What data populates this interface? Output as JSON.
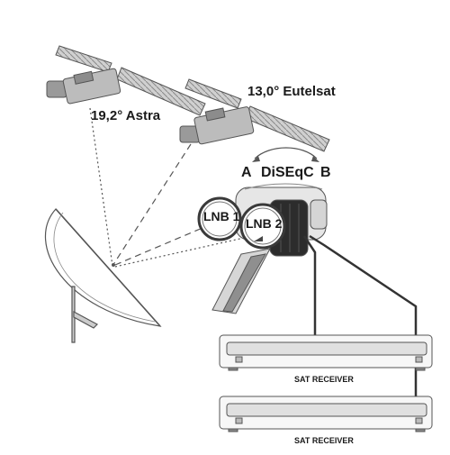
{
  "satellites": [
    {
      "id": "astra",
      "label": "19,2° Astra"
    },
    {
      "id": "eutelsat",
      "label": "13,0° Eutelsat"
    }
  ],
  "switch": {
    "label": "DiSEqC",
    "port_a": "A",
    "port_b": "B"
  },
  "lnbs": [
    {
      "id": "lnb1",
      "label": "LNB 1"
    },
    {
      "id": "lnb2",
      "label": "LNB 2"
    }
  ],
  "receivers": [
    {
      "id": "receiver-1",
      "label": "SAT RECEIVER"
    },
    {
      "id": "receiver-2",
      "label": "SAT RECEIVER"
    }
  ],
  "colors": {
    "line": "#555555",
    "fill_light": "#e6e6e6",
    "fill_mid": "#bdbdbd",
    "fill_dark": "#4a4a4a",
    "lnb_body": "#2c2c2c"
  }
}
